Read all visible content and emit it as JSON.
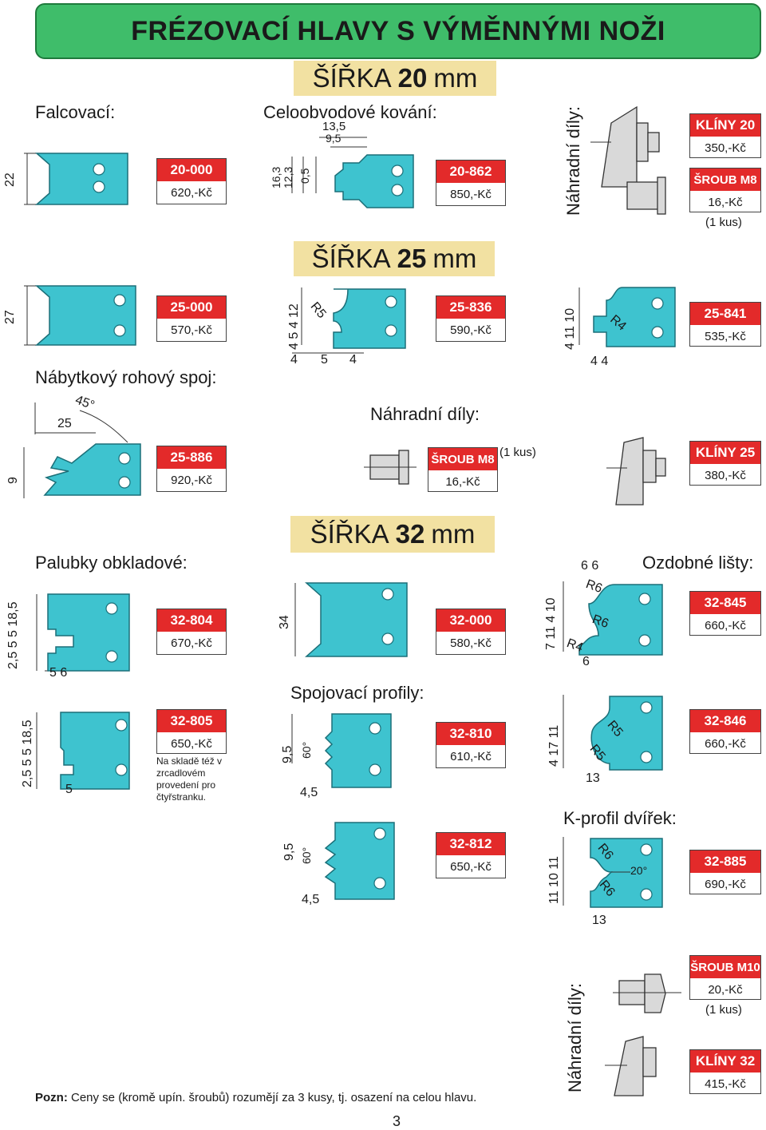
{
  "title": "FRÉZOVACÍ HLAVY S VÝMĚNNÝMI NOŽI",
  "sections": {
    "w20": {
      "label": "ŠÍŘKA",
      "value": "20",
      "unit": "mm"
    },
    "w25": {
      "label": "ŠÍŘKA",
      "value": "25",
      "unit": "mm"
    },
    "w32": {
      "label": "ŠÍŘKA",
      "value": "32",
      "unit": "mm"
    }
  },
  "headings": {
    "falcovaci": "Falcovací:",
    "celoobvodove": "Celoobvodové kování:",
    "nahradni_dily": "Náhradní díly:",
    "nabytkovy": "Nábytkový rohový spoj:",
    "nahradni_dily_25": "Náhradní díly:",
    "palubky": "Palubky obkladové:",
    "ozdobne": "Ozdobné lišty:",
    "spojovaci": "Spojovací profily:",
    "kprofil": "K-profil dvířek:",
    "nahradni_dily_32": "Náhradní díly:"
  },
  "products": {
    "p20_000": {
      "code": "20-000",
      "price": "620,-Kč"
    },
    "p20_862": {
      "code": "20-862",
      "price": "850,-Kč"
    },
    "kliny20": {
      "code": "KLÍNY 20",
      "price": "350,-Kč"
    },
    "sroub_m8_a": {
      "code": "ŠROUB M8",
      "price": "16,-Kč",
      "qty": "(1 kus)"
    },
    "p25_000": {
      "code": "25-000",
      "price": "570,-Kč"
    },
    "p25_836": {
      "code": "25-836",
      "price": "590,-Kč"
    },
    "p25_841": {
      "code": "25-841",
      "price": "535,-Kč"
    },
    "p25_886": {
      "code": "25-886",
      "price": "920,-Kč"
    },
    "sroub_m8_b": {
      "code": "ŠROUB M8",
      "price": "16,-Kč",
      "qty": "(1 kus)"
    },
    "kliny25": {
      "code": "KLÍNY 25",
      "price": "380,-Kč"
    },
    "p32_804": {
      "code": "32-804",
      "price": "670,-Kč"
    },
    "p32_000": {
      "code": "32-000",
      "price": "580,-Kč"
    },
    "p32_845": {
      "code": "32-845",
      "price": "660,-Kč"
    },
    "p32_805": {
      "code": "32-805",
      "price": "650,-Kč",
      "note": "Na skladě též v zrcadlovém provedení pro čtyřstranku."
    },
    "p32_810": {
      "code": "32-810",
      "price": "610,-Kč"
    },
    "p32_846": {
      "code": "32-846",
      "price": "660,-Kč"
    },
    "p32_812": {
      "code": "32-812",
      "price": "650,-Kč"
    },
    "p32_885": {
      "code": "32-885",
      "price": "690,-Kč"
    },
    "sroub_m10": {
      "code": "ŠROUB M10",
      "price": "20,-Kč",
      "qty": "(1 kus)"
    },
    "kliny32": {
      "code": "KLÍNY 32",
      "price": "415,-Kč"
    }
  },
  "dims": {
    "d22": "22",
    "d13_5": "13,5",
    "d9_5": "9,5",
    "d16_3": "16,3",
    "d12_3": "12,3",
    "d0_5": "0,5",
    "d27": "27",
    "d4_5_4_12": "4 5 4 12",
    "r5": "R5",
    "d4a": "4",
    "d5a": "5",
    "d4b": "4",
    "d4_11_10": "4  11  10",
    "r4": "R4",
    "d44": "4 4",
    "d45": "45°",
    "d25": "25",
    "d9": "9",
    "d2_5_5_18_5": "2,5  5  5  18,5",
    "d5_6": "5 6",
    "d34": "34",
    "d6_6": "6  6",
    "r6a": "R6",
    "r6b": "R6",
    "r4b": "R4",
    "d6": "6",
    "d7_11_4_10": "7  11  4 10",
    "d2_5_5_5_18_5": "2,5  5  5  18,5",
    "d5": "5",
    "d9_5b": "9,5",
    "d60a": "60°",
    "d4_5a": "4,5",
    "d4_17_11": "4   17   11",
    "r5a": "R5",
    "r5b": "R5",
    "d13a": "13",
    "d9_5c": "9,5",
    "d60b": "60°",
    "d4_5b": "4,5",
    "d11_10_11": "11  10  11",
    "r6c": "R6",
    "r6d": "R6",
    "d20": "20°",
    "d13b": "13"
  },
  "footer": {
    "pozn_label": "Pozn:",
    "pozn_text": " Ceny se (kromě upín. šroubů) rozumějí za 3 kusy, tj. osazení na celou hlavu.",
    "page": "3"
  }
}
